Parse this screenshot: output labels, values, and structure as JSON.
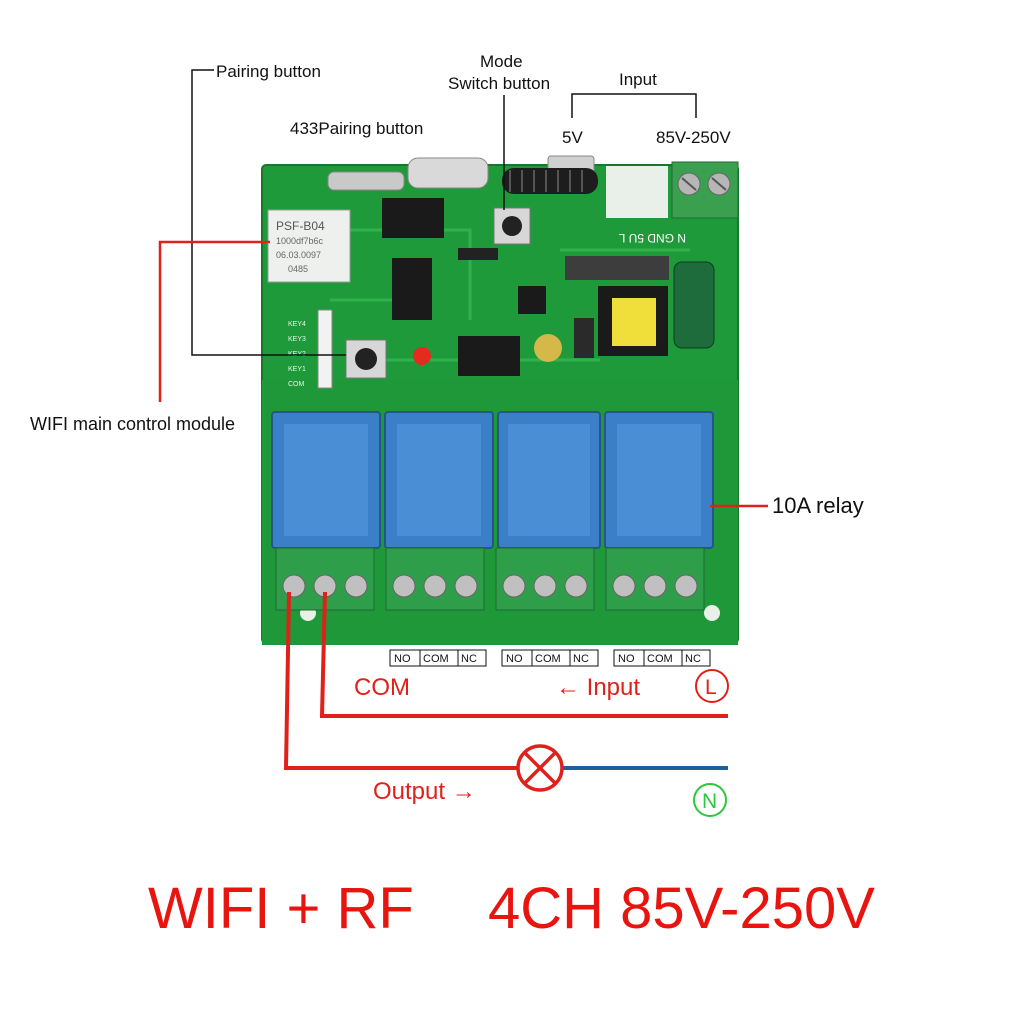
{
  "labels": {
    "pairing_button": "Pairing button",
    "mode_line1": "Mode",
    "mode_line2": "Switch button",
    "input_top": "Input",
    "pairing_433": "433Pairing button",
    "five_v": "5V",
    "voltage_range": "85V-250V",
    "wifi_module": "WIFI main control module",
    "relay": "10A relay",
    "com": "COM",
    "input_arrow": "← Input",
    "output_arrow": "Output →",
    "live": "L",
    "neutral": "N"
  },
  "board": {
    "chip_text": [
      "PSF-B04",
      "1000df7b6c",
      "06.03.0097",
      "0485"
    ],
    "key_labels": [
      "KEY4",
      "KEY3",
      "KEY2",
      "KEY1",
      "COM"
    ],
    "silkscreen_power": "N GND 5U L",
    "terminal_markings": [
      "NO",
      "COM",
      "NC"
    ],
    "relay_count": 4,
    "colors": {
      "pcb": "#1f9a3a",
      "relay": "#3a7fc8",
      "terminal": "#2f9e4a",
      "wire": "#e0201a",
      "neutral_wire": "#1f5f9e"
    }
  },
  "footer": {
    "left": "WIFI + RF",
    "right": "4CH 85V-250V"
  }
}
